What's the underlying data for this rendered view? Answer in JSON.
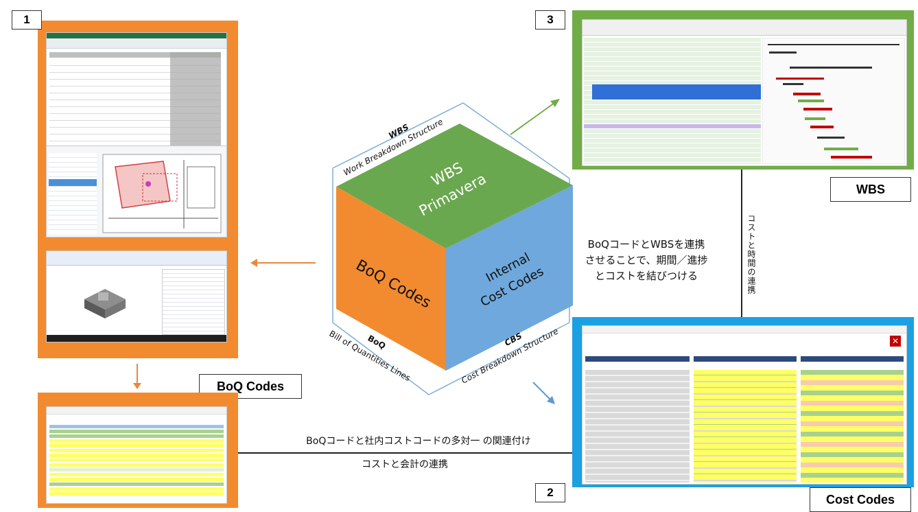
{
  "markers": {
    "n1": "1",
    "n2": "2",
    "n3": "3"
  },
  "labels": {
    "boq": "BoQ Codes",
    "wbs": "WBS",
    "cost": "Cost Codes"
  },
  "cube": {
    "top": "WBS\nPrimavera",
    "left": "BoQ Codes",
    "right": "Internal\nCost Codes",
    "wbs_abbr": "WBS",
    "wbs_full": "Work Breakdown Structure",
    "boq_abbr": "BoQ",
    "boq_full": "Bill of Quantities Lines",
    "cbs_abbr": "CBS",
    "cbs_full": "Cost Breakdown Structure"
  },
  "text": {
    "link_line1": "BoQコードとWBSを連携",
    "link_line2": "させることで、期間／進捗",
    "link_line3": "とコストを結びつける",
    "vertical": "コストと時間の連携",
    "bottom_line1": "BoQコードと社内コストコードの多対一 の関連付け",
    "bottom_line2": "コストと会計の連携"
  },
  "colors": {
    "orange": "#f28b30",
    "green": "#70ad47",
    "blue": "#1ba1e2",
    "cube_green": "#6aa84f",
    "cube_orange": "#f28b30",
    "cube_blue": "#6fa8dc"
  }
}
